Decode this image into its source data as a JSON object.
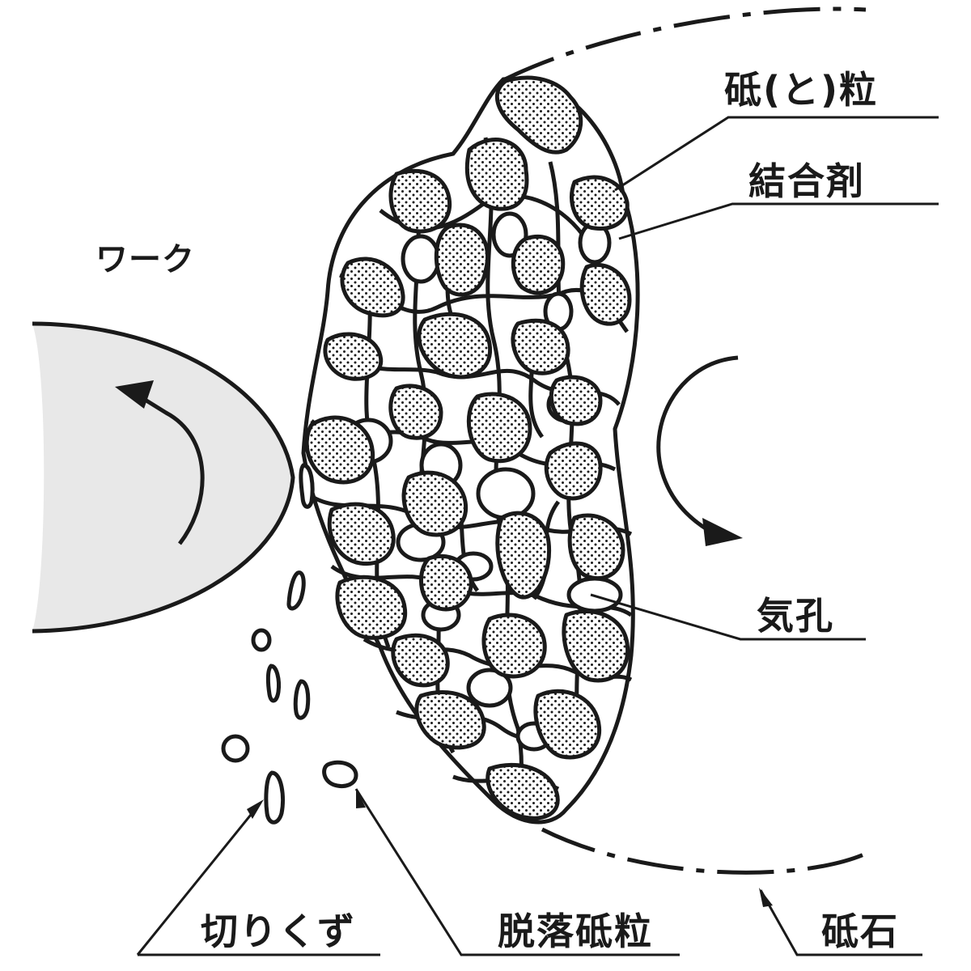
{
  "labels": {
    "work": "ワーク",
    "abrasive_grain": "砥(と)粒",
    "bond": "結合剤",
    "pore": "気孔",
    "chips": "切りくず",
    "dislodged_grain": "脱落砥粒",
    "grinding_wheel": "砥石"
  },
  "colors": {
    "line": "#1a1a1a",
    "work_fill": "#e8e8e8",
    "grain_dots": "#1a1a1a",
    "background": "#ffffff"
  }
}
